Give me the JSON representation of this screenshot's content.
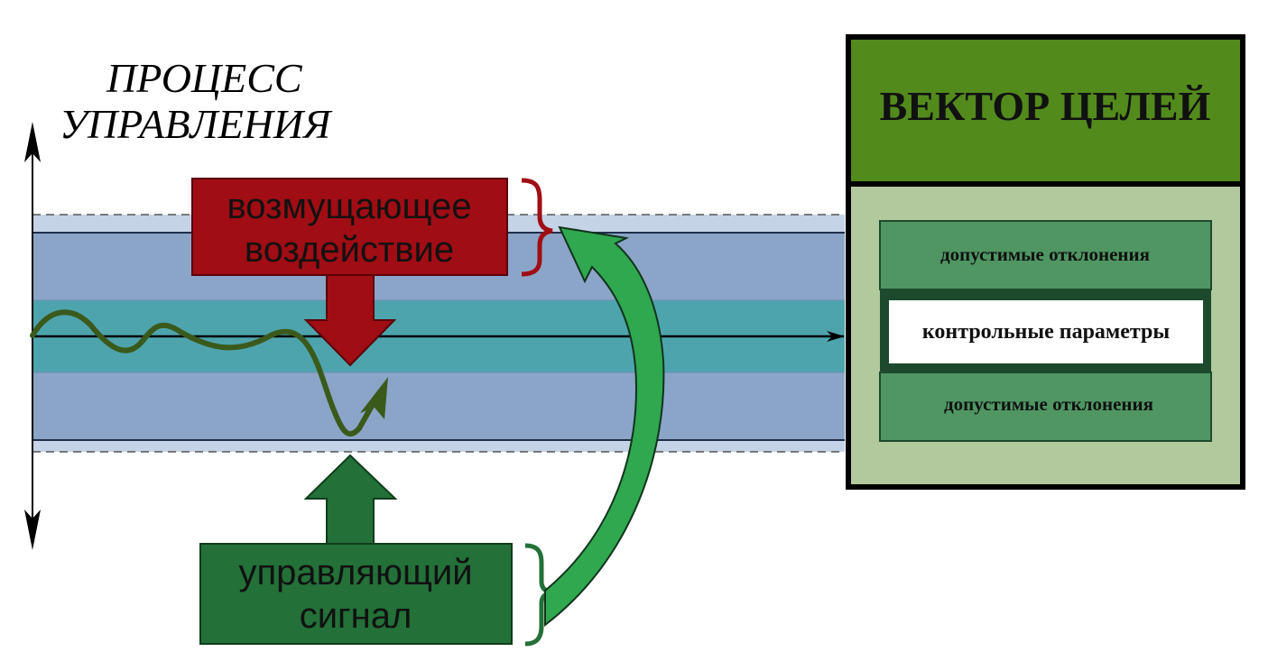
{
  "process_title": {
    "line1": "ПРОЦЕСС",
    "line2": "УПРАВЛЕНИЯ"
  },
  "disturbance": {
    "line1": "возмущающее",
    "line2": "воздействие"
  },
  "control_signal": {
    "line1": "управляющий",
    "line2": "сигнал"
  },
  "goal_vector": {
    "title": "ВЕКТОР ЦЕЛЕЙ",
    "upper_band": "допустимые отклонения",
    "center_band": "контрольные параметры",
    "lower_band": "допустимые отклонения"
  },
  "colors": {
    "disturbance": "#a00d14",
    "control_signal": "#237038",
    "feedback_arrow": "#2fa84f",
    "trajectory": "#3a5a1c",
    "outer_band": "#8ba5c8",
    "outer_band_light": "#c5d3e6",
    "inner_band": "#4ea4ad",
    "goal_header": "#528a1c",
    "goal_body": "#b1c99d",
    "deviation_box": "#4f9663"
  }
}
